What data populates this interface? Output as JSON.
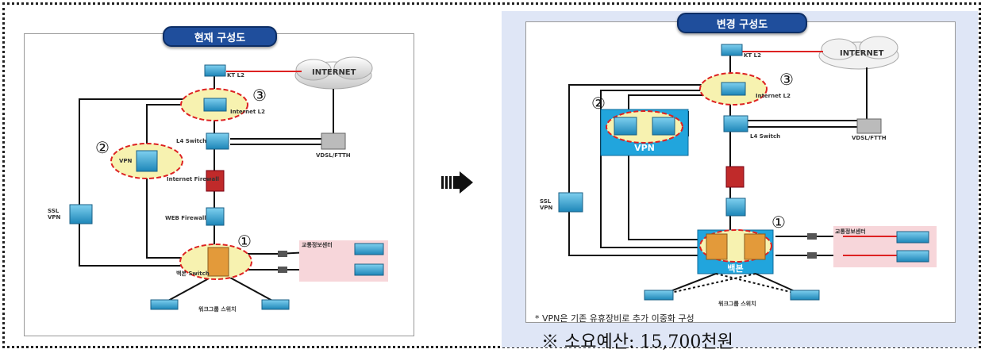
{
  "left": {
    "title": "현재 구성도",
    "labels": {
      "kt": "KT L2",
      "internet": "INTERNET",
      "internet_l2": "Internet L2",
      "l4": "L4 Switch",
      "vdsl": "VDSL/FTTH",
      "vpn": "VPN",
      "fw": "Internet Firewall",
      "ssl": "SSL\nVPN",
      "webfw": "WEB Firewall",
      "traffic": "교통정보센터",
      "backbone": "백본 Switch",
      "workgroup": "워크그룹 스위치"
    },
    "markers": [
      "①",
      "②",
      "③"
    ]
  },
  "arrow": "➡",
  "right": {
    "title": "변경 구성도",
    "labels": {
      "kt": "KT L2",
      "internet": "INTERNET",
      "internet_l2": "Internet L2",
      "l4": "L4 Switch",
      "vdsl": "VDSL/FTTH",
      "vpn": "VPN",
      "ssl": "SSL\nVPN",
      "traffic": "교통정보센터",
      "backbone": "백본",
      "workgroup": "워크그룹 스위치"
    },
    "markers": [
      "①",
      "②",
      "③"
    ],
    "note": "* VPN은 기존 유휴장비로 추가 이중화 구성",
    "budget": "※ 소요예산: 15,700천원"
  }
}
